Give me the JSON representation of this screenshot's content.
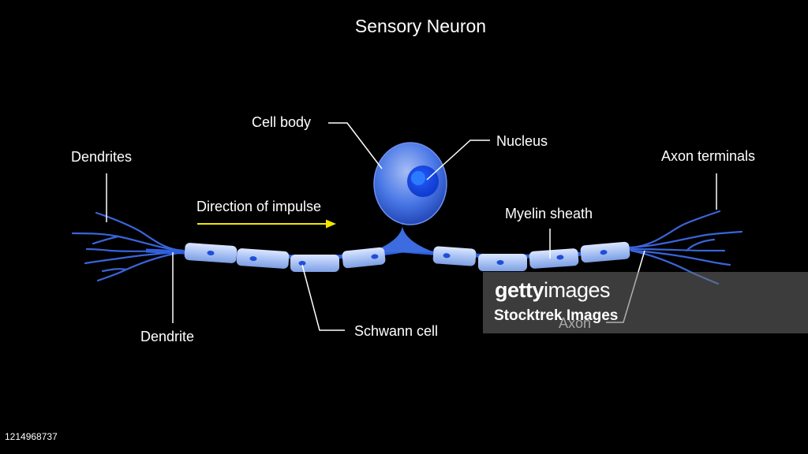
{
  "title": "Sensory Neuron",
  "labels": {
    "cell_body": "Cell body",
    "nucleus": "Nucleus",
    "dendrites": "Dendrites",
    "axon_terminals": "Axon terminals",
    "direction": "Direction of impulse",
    "myelin_sheath": "Myelin sheath",
    "dendrite": "Dendrite",
    "schwann_cell": "Schwann cell",
    "axon": "Axon"
  },
  "watermark": {
    "brand_bold": "getty",
    "brand_light": "images",
    "credit": "Stocktrek Images"
  },
  "image_id": "1214968737",
  "colors": {
    "background": "#000000",
    "neuron": "#3d6fe0",
    "schwann": "#a9c2f0",
    "arrow": "#f2e600",
    "leader": "#ffffff"
  }
}
